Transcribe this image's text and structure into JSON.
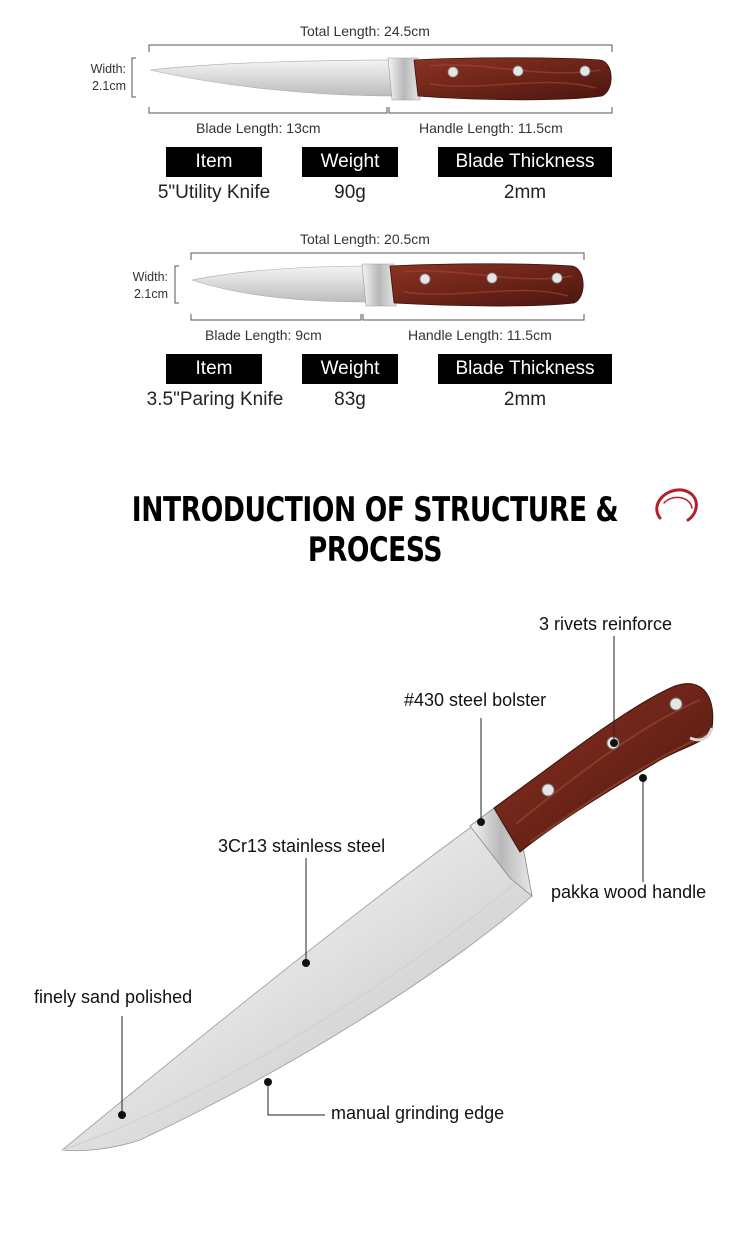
{
  "products": [
    {
      "total_length": "Total Length: 24.5cm",
      "width_line1": "Width:",
      "width_line2": "2.1cm",
      "blade_length": "Blade Length: 13cm",
      "handle_length": "Handle Length: 11.5cm",
      "headers": {
        "item": "Item",
        "weight": "Weight",
        "thickness": "Blade Thickness"
      },
      "item": "5\"Utility Knife",
      "weight": "90g",
      "thickness": "2mm"
    },
    {
      "total_length": "Total Length: 20.5cm",
      "width_line1": "Width:",
      "width_line2": "2.1cm",
      "blade_length": "Blade Length: 9cm",
      "handle_length": "Handle Length: 11.5cm",
      "headers": {
        "item": "Item",
        "weight": "Weight",
        "thickness": "Blade Thickness"
      },
      "item": "3.5\"Paring Knife",
      "weight": "83g",
      "thickness": "2mm"
    }
  ],
  "section_title": "INTRODUCTION OF STRUCTURE & PROCESS",
  "callouts": {
    "rivets": "3 rivets reinforce",
    "bolster": "#430 steel bolster",
    "steel": "3Cr13 stainless steel",
    "handle": "pakka wood handle",
    "polished": "finely sand polished",
    "edge": "manual grinding edge"
  },
  "colors": {
    "wood": "#7a2a1e",
    "wood_dark": "#4a1610",
    "label_bg": "#000000",
    "accent_red": "#b3202a"
  },
  "icons": [
    "red-swirl-icon"
  ]
}
